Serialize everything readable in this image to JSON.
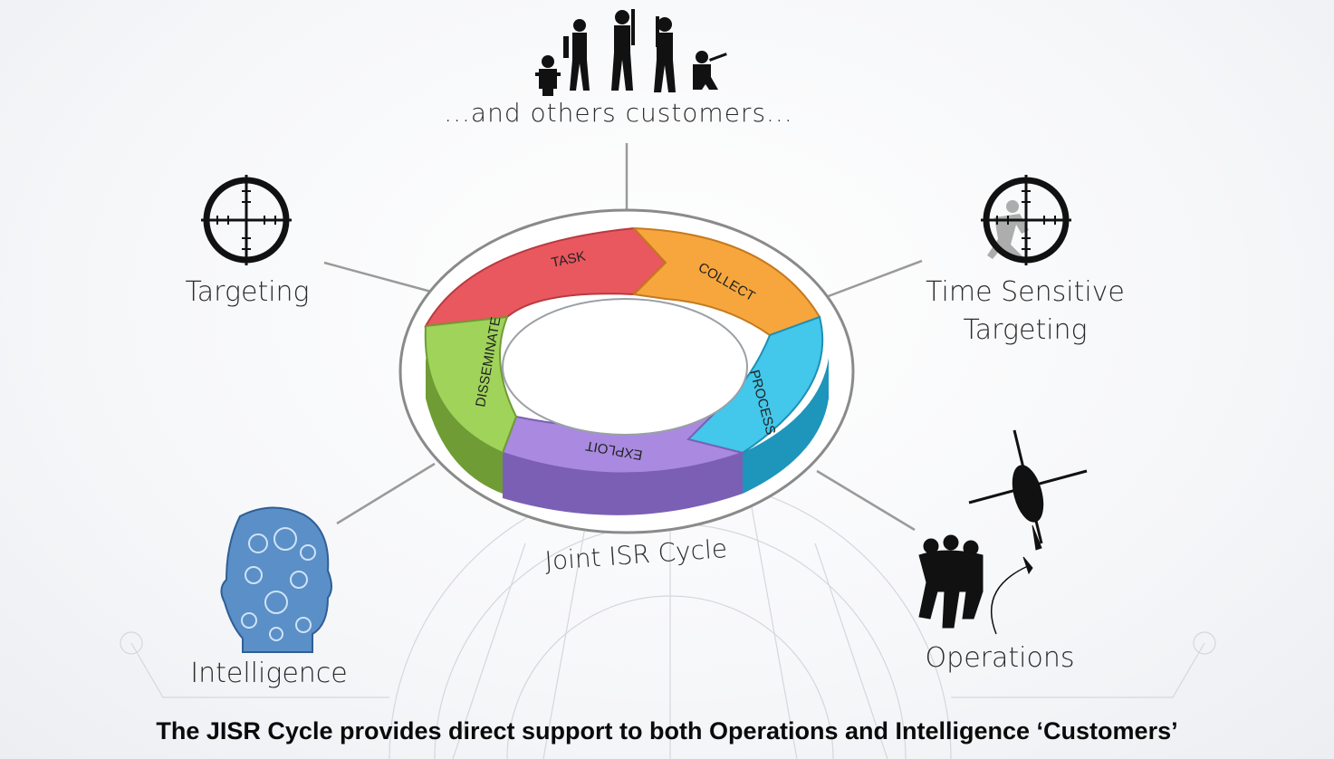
{
  "top_label": "...and others customers...",
  "left_label": "Targeting",
  "right_label_line1": "Time Sensitive",
  "right_label_line2": "Targeting",
  "bottom_left_label": "Intelligence",
  "bottom_right_label": "Operations",
  "cycle_label": "Joint ISR Cycle",
  "segments": {
    "task": "TASK",
    "collect": "COLLECT",
    "process": "PROCESS",
    "exploit": "EXPLOIT",
    "disseminate": "DISSEMINATE"
  },
  "colors": {
    "task": "#e8585e",
    "collect": "#f6a63c",
    "process": "#43c7ea",
    "exploit": "#a98ae0",
    "disseminate": "#9fd35a"
  },
  "icons": [
    "soldiers-silhouette-icon",
    "crosshair-icon",
    "running-man-crosshair-icon",
    "gear-head-icon",
    "helicopter-rappel-icon"
  ],
  "caption": "The JISR Cycle provides direct support to both Operations and Intelligence ‘Customers’"
}
